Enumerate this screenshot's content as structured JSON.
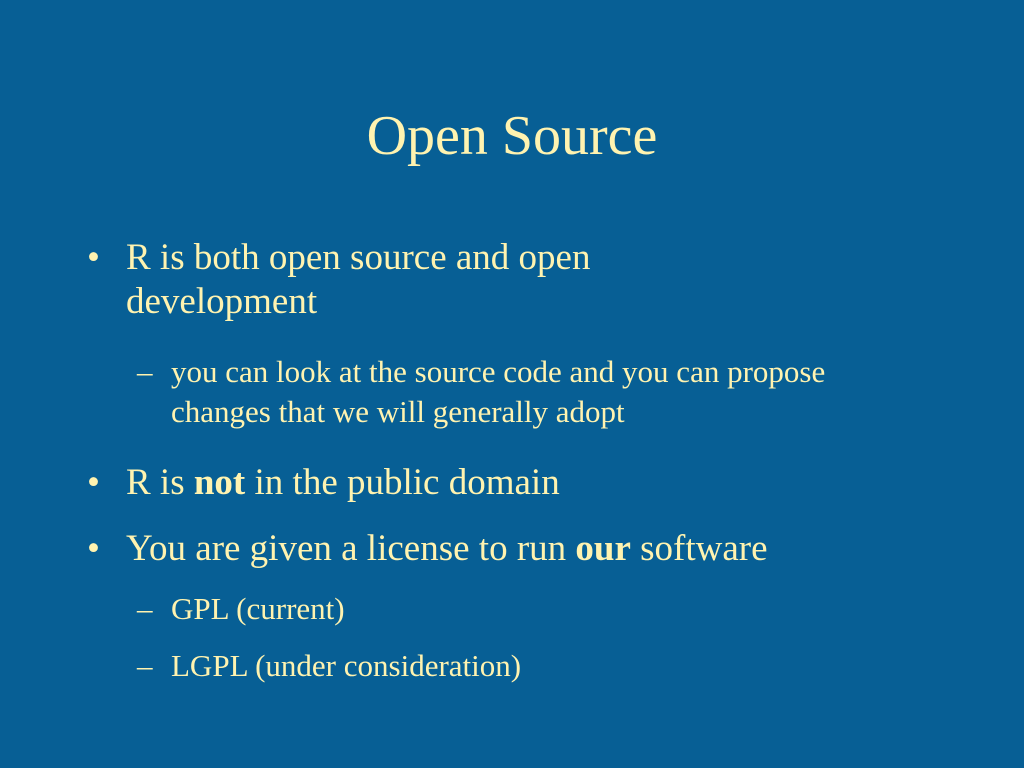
{
  "slide": {
    "title": "Open Source",
    "bullet_marker": "•",
    "sub_marker": "–",
    "bullets": [
      {
        "text": "R is both open source and open development",
        "subs": [
          "you can look at the source code and you can propose changes that we will generally adopt"
        ]
      },
      {
        "pre": "R is ",
        "bold": "not",
        "post": " in the public domain"
      },
      {
        "pre": "You are given a license to run ",
        "bold": "our",
        "post": " software",
        "subs": [
          "GPL (current)",
          "LGPL (under consideration)"
        ]
      }
    ]
  },
  "colors": {
    "background": "#075f95",
    "text": "#fff3b0"
  }
}
